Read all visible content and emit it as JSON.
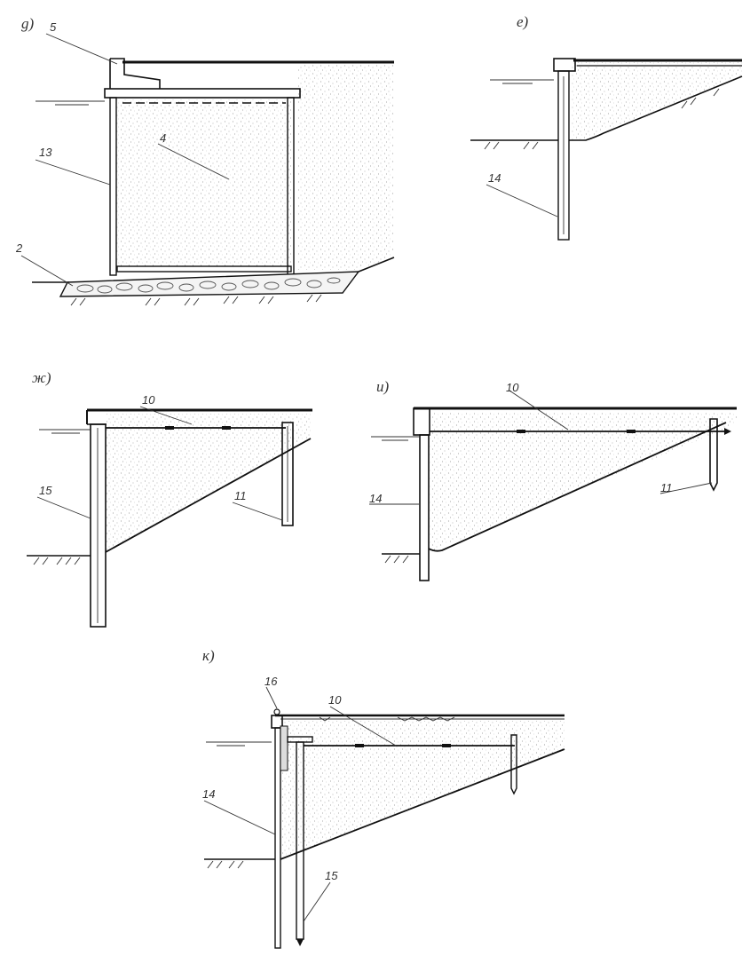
{
  "panels": {
    "d": "g)",
    "e": "e)",
    "zh": "ж)",
    "i": "и)",
    "k": "к)"
  },
  "labels": {
    "d_5": "5",
    "d_4": "4",
    "d_13": "13",
    "d_2": "2",
    "e_14": "14",
    "zh_10": "10",
    "zh_15": "15",
    "zh_11": "11",
    "i_10": "10",
    "i_14": "14",
    "i_11": "11",
    "k_16": "16",
    "k_10": "10",
    "k_14": "14",
    "k_15": "15"
  }
}
